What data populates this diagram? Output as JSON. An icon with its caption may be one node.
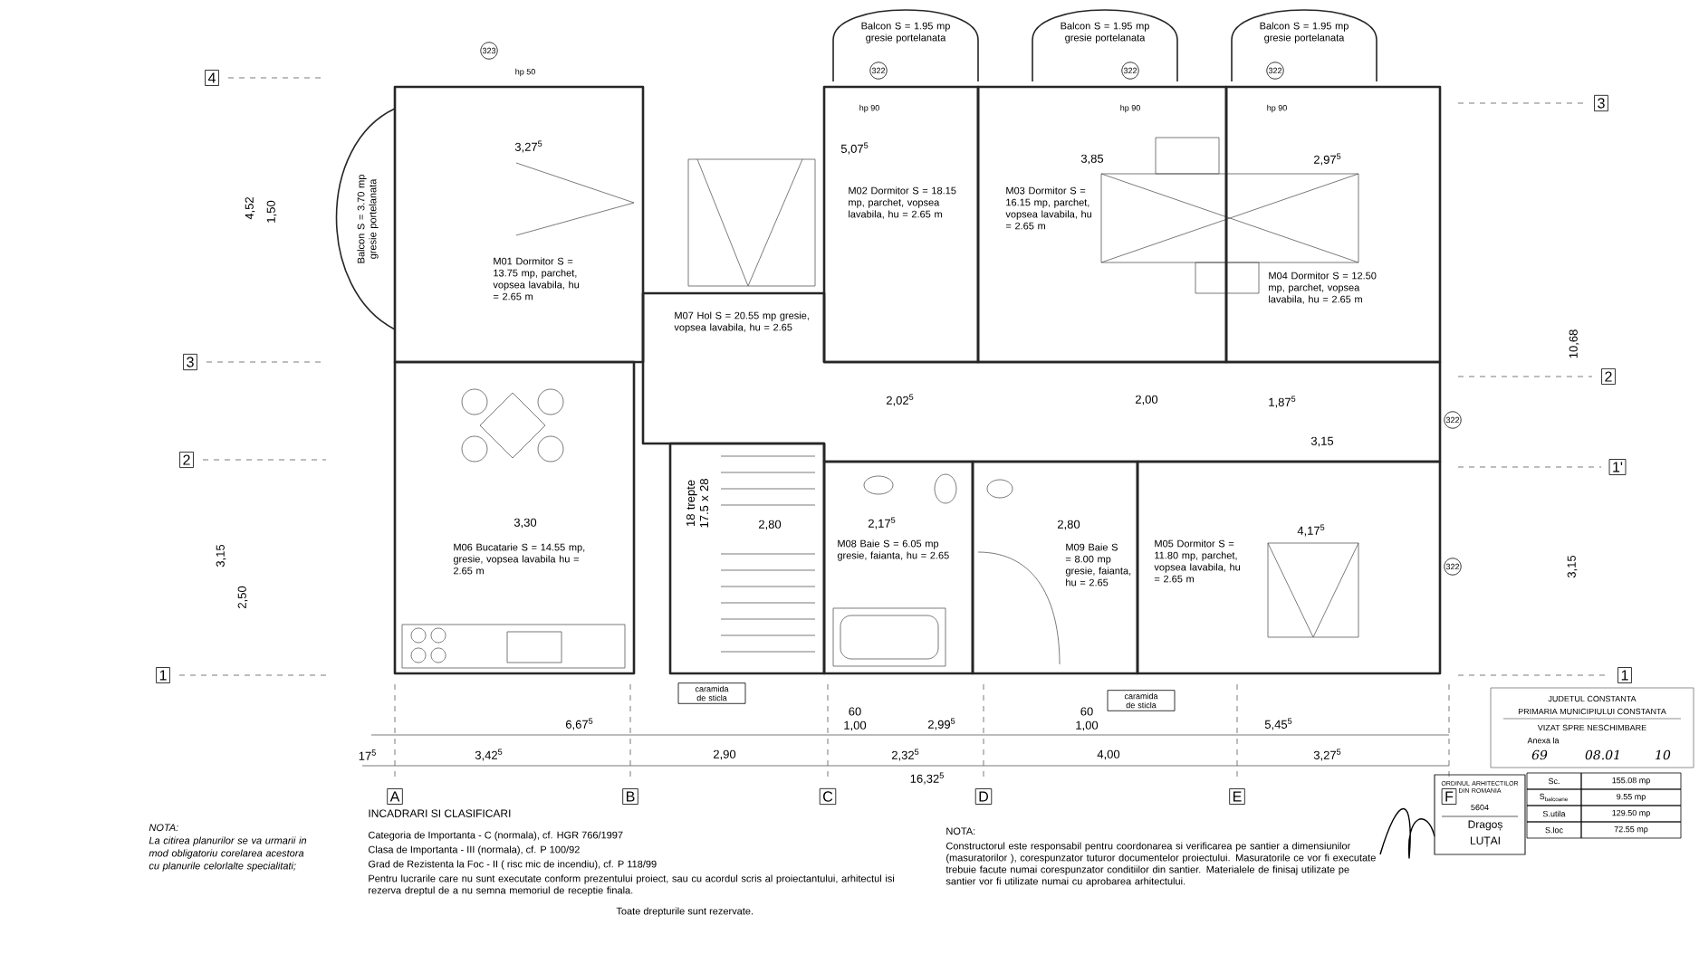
{
  "diagram": {
    "nodes": [
      {
        "text": [
          "M01 Dormitor S = 13.75 mp, parchet, vopsea lavabila, hu = 2.65 m"
        ]
      },
      {
        "text": [
          "M07 Hol S = 20.55 mp gresie, vopsea lavabila, hu = 2.65"
        ]
      },
      {
        "text": [
          "M02 Dormitor S = 18.15 mp, parchet, vopsea lavabila, hu = 2.65 m"
        ]
      },
      {
        "text": [
          "M03 Dormitor S = 16.15 mp, parchet, vopsea lavabila, hu = 2.65 m"
        ]
      },
      {
        "text": [
          "M04 Dormitor S = 12.50 mp, parchet, vopsea lavabila, hu = 2.65 m"
        ]
      },
      {
        "text": [
          "M06 Bucatarie S = 14.55 mp, gresie, vopsea lavabila hu = 2.65 m"
        ]
      },
      {
        "text": [
          "M08 Baie S = 6.05 mp gresie, faianta, hu = 2.65"
        ]
      },
      {
        "text": [
          "M09 Baie S = 8.00 mp gresie, faianta, hu = 2.65"
        ]
      },
      {
        "text": [
          "M05 Dormitor S = 11.80 mp, parchet, vopsea lavabila, hu = 2.65 m"
        ]
      },
      {
        "text": [
          "Balcon S = 1.95 mp gresie portelanata"
        ]
      },
      {
        "text": [
          "Balcon S = 1.95 mp gresie portelanata"
        ]
      },
      {
        "text": [
          "Balcon S = 1.95 mp gresie portelanata"
        ]
      },
      {
        "text": [
          "Balcon S = 3.70 mp gresie portelanata"
        ]
      },
      {
        "text": [
          "caramida de sticla"
        ]
      },
      {
        "text": [
          "caramida de sticla"
        ]
      },
      {
        "text": [
          "18 trepte 17.5 x 28"
        ]
      }
    ],
    "labels": [
      "4",
      "3",
      "2",
      "1",
      "3",
      "2",
      "1'",
      "1",
      "A",
      "B",
      "C",
      "D",
      "E",
      "F",
      "323",
      "322",
      "322",
      "322",
      "322",
      "322",
      "hp 50",
      "hp 90",
      "hp 90",
      "hp 90",
      "3,27$^{5}$",
      "5,07$^{5}$",
      "3,85",
      "2,97$^{5}$",
      "2,02$^{5}$",
      "2,00",
      "1,87$^{5}$",
      "3,15",
      "3,30",
      "2,80",
      "2,17$^{5}$",
      "2,80",
      "4,17$^{5}$",
      "6,67$^{5}$",
      "60",
      "1,00",
      "2,99$^{5}$",
      "60",
      "1,00",
      "5,45$^{5}$",
      "17$^{5}$",
      "3,42$^{5}$",
      "2,90",
      "2,32$^{5}$",
      "4,00",
      "3,27$^{5}$",
      "16,32$^{5}$",
      "4,52",
      "1,50",
      "3,15",
      "2,50",
      "10,68",
      "3,15",
      "Sc.",
      "155.08 mp",
      "S$_{balcoane}$",
      "9.55 mp",
      "S.utila",
      "129.50 mp",
      "S.loc",
      "72.55 mp",
      "JUDETUL CONSTANTA",
      "PRIMARIA MUNICIPIULUI CONSTANTA",
      "VIZAT SPRE NESCHIMBARE",
      "Anexa la",
      "69",
      "08.01",
      "10",
      "ORDINUL ARHITECTILOR DIN ROMANIA",
      "5604",
      "Dragoș",
      "LUȚAI",
      "NOTA:",
      "La citirea planurilor se va urmarii in mod obligatoriu corelarea acestora cu planurile celorlalte specialitati;",
      "INCADRARI SI CLASIFICARI",
      "Categoria de Importanta - C (normala), cf. HGR 766/1997",
      "Clasa de Importanta - III (normala), cf. P 100/92",
      "Grad de Rezistenta la Foc - II ( risc mic de incendiu), cf. P 118/99",
      "Pentru lucrarile care nu sunt executate conform prezentului proiect, sau cu acordul scris al proiectantului, arhitectul isi rezerva dreptul de a nu semna memoriul de receptie finala.",
      "Toate drepturile sunt rezervate.",
      "NOTA:",
      "Constructorul este responsabil pentru coordonarea si verificarea pe santier a dimensiunilor (masuratorilor ), corespunzator tuturor documentelor proiectului. Masuratorile ce vor fi executate trebuie facute numai corespunzator conditiilor din santier. Materialele de finisaj utilizate pe santier vor fi utilizate numai cu aprobarea arhitectului."
    ]
  }
}
